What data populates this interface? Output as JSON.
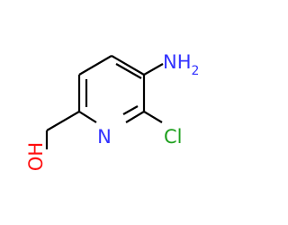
{
  "molecule": {
    "atoms": {
      "amino": {
        "main": "NH",
        "sub": "2",
        "color": "#3333ff"
      },
      "ring_nitrogen": {
        "text": "N",
        "color": "#3333ff"
      },
      "chlorine": {
        "text": "Cl",
        "color": "#1fa01f"
      },
      "hydroxyl": {
        "text": "OH",
        "color": "#ff0d0d"
      }
    },
    "bond_color": "#000000",
    "background": "#ffffff"
  }
}
